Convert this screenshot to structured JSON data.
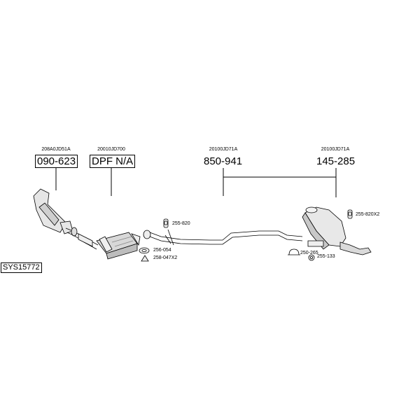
{
  "system_code": "SYS15772",
  "main_parts": [
    {
      "oem": "208A0JD51A",
      "part_no": "090-623"
    },
    {
      "oem": "20010JD700",
      "part_no": "DPF N/A"
    },
    {
      "oem": "20100JD71A",
      "part_no": "850-941"
    },
    {
      "oem": "20100JD71A",
      "part_no": "145-285"
    }
  ],
  "accessories": [
    {
      "part_no": "255-820"
    },
    {
      "part_no": "256-054"
    },
    {
      "part_no": "258-047X2"
    },
    {
      "part_no": "255-820X2"
    },
    {
      "part_no": "250-265"
    },
    {
      "part_no": "255-133"
    }
  ]
}
